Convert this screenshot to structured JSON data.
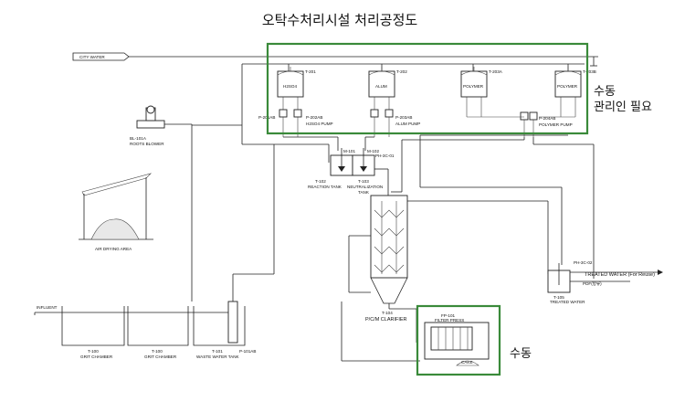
{
  "title": "오탁수처리시설  처리공정도",
  "city_water": "CITY WATER",
  "dosing_tanks": [
    {
      "tag": "T-201",
      "name": "H2SO4"
    },
    {
      "tag": "T-202",
      "name": "ALUM"
    },
    {
      "tag": "T-203A",
      "name": "POLYMER"
    },
    {
      "tag": "T-203B",
      "name": "POLYMER"
    }
  ],
  "pumps": {
    "p201": "P-201AB",
    "p202": "P-202AB",
    "h2so4_pump": "H2SO4 PUMP",
    "p203": "P-203AB",
    "alum_pump": "ALUM PUMP",
    "p204": "P-204AB",
    "polymer_pump": "POLYMER PUMP"
  },
  "blower": {
    "tag": "BL-101A",
    "name": "ROOTS BLOWER"
  },
  "air_drying": "AIR DRYING AREA",
  "reaction": {
    "tag": "T-102",
    "name": "REACTION TANK",
    "mixer": "M-101",
    "ph": "PH-3C-01"
  },
  "neutral": {
    "tag": "T-103",
    "name1": "NEUTRALIZATION",
    "name2": "TANK",
    "mixer": "M-102"
  },
  "clarifier": {
    "tag": "T-104",
    "name": "P/C/M CLARIFIER"
  },
  "filter_press": {
    "tag": "FP-101",
    "name": "FILTER PRESS",
    "cake": "CAKE"
  },
  "treated": {
    "label": "TREATED WATER (For Reuse)",
    "ph": "PH-3C-02",
    "tank_tag": "T-105",
    "tank_name": "TREATED WATER",
    "discharge": "PDF(방류)"
  },
  "influent": "INFLUENT",
  "grit1": {
    "tag": "T-100",
    "name": "GRIT CHAMBER"
  },
  "grit2": {
    "tag": "T-100",
    "name": "GRIT CHAMBER"
  },
  "waste": {
    "tag": "T-101",
    "name": "WASTE WATER TANK",
    "pump": "P-101AB"
  },
  "annotations": {
    "manual_line1": "수동",
    "manual_line2": "관리인 필요",
    "manual_fp": "수동"
  },
  "colors": {
    "highlight": "#3a8a3a"
  }
}
